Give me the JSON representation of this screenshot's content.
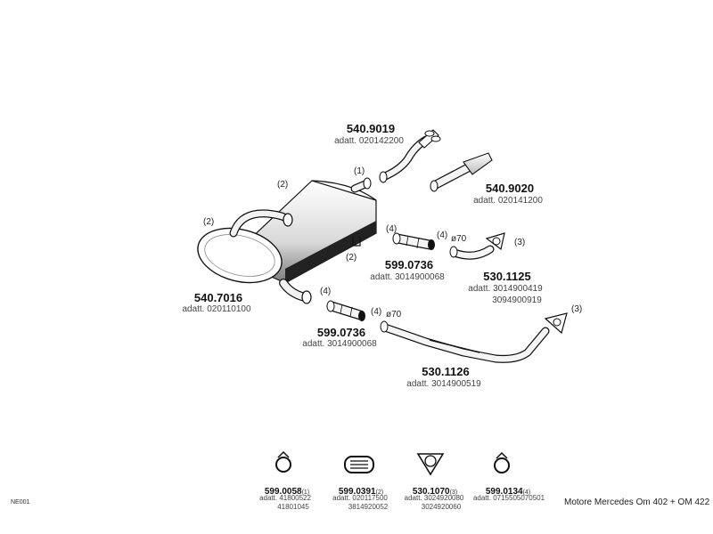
{
  "parts": {
    "p5409019": {
      "code": "540.9019",
      "sub": "adatt. 020142200"
    },
    "p5409020": {
      "code": "540.9020",
      "sub": "adatt. 020141200"
    },
    "p5407016": {
      "code": "540.7016",
      "sub": "adatt. 020110100"
    },
    "p5990736a": {
      "code": "599.0736",
      "sub": "adatt. 3014900068"
    },
    "p5990736b": {
      "code": "599.0736",
      "sub": "adatt. 3014900068"
    },
    "p5301125": {
      "code": "530.1125",
      "sub1": "adatt. 3014900419",
      "sub2": "3094900919"
    },
    "p5301126": {
      "code": "530.1126",
      "sub": "adatt. 3014900519"
    }
  },
  "callouts": {
    "c1": "(1)",
    "c2a": "(2)",
    "c2b": "(2)",
    "c2c": "(2)",
    "c3a": "(3)",
    "c3b": "(3)",
    "c4a": "(4)",
    "c4b": "(4)",
    "c4c": "(4)",
    "c4d": "(4)",
    "d70a": "ø70",
    "d70b": "ø70"
  },
  "bottom": [
    {
      "code": "599.0058",
      "qty": "(1)",
      "sub1": "adatt. 41800522",
      "sub2": "41801045"
    },
    {
      "code": "599.0391",
      "qty": "(2)",
      "sub1": "adatt. 020117500",
      "sub2": "3814920052"
    },
    {
      "code": "530.1070",
      "qty": "(3)",
      "sub1": "adatt. 3024920080",
      "sub2": "3024920060"
    },
    {
      "code": "599.0134",
      "qty": "(4)",
      "sub1": "adatt. 0715505070501",
      "sub2": ""
    }
  ],
  "footer": {
    "left": "NE001",
    "right": "Motore Mercedes Om 402 + OM 422"
  }
}
